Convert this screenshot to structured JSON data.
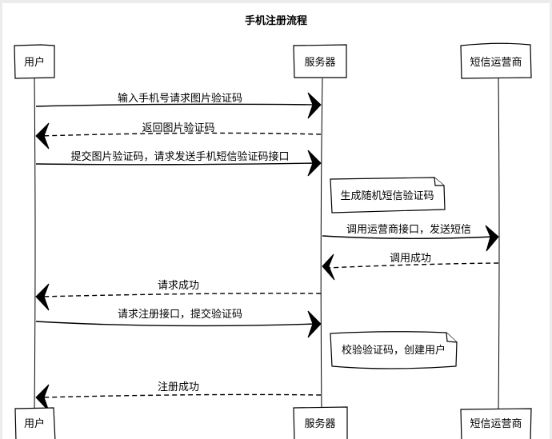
{
  "diagram": {
    "title": "手机注册流程",
    "participants": [
      {
        "id": "user",
        "label": "用户"
      },
      {
        "id": "server",
        "label": "服务器"
      },
      {
        "id": "sms",
        "label": "短信运营商"
      }
    ],
    "messages": [
      {
        "from": "user",
        "to": "server",
        "label": "输入手机号请求图片验证码",
        "style": "solid"
      },
      {
        "from": "server",
        "to": "user",
        "label": "返回图片验证码",
        "style": "dashed"
      },
      {
        "from": "user",
        "to": "server",
        "label": "提交图片验证码，请求发送手机短信验证码接口",
        "style": "solid"
      },
      {
        "note": true,
        "over": "server",
        "label": "生成随机短信验证码"
      },
      {
        "from": "server",
        "to": "sms",
        "label": "调用运营商接口，发送短信",
        "style": "solid"
      },
      {
        "from": "sms",
        "to": "server",
        "label": "调用成功",
        "style": "dashed"
      },
      {
        "from": "server",
        "to": "user",
        "label": "请求成功",
        "style": "dashed"
      },
      {
        "from": "user",
        "to": "server",
        "label": "请求注册接口，提交验证码",
        "style": "solid"
      },
      {
        "note": true,
        "over": "server",
        "label": "校验验证码，创建用户"
      },
      {
        "from": "server",
        "to": "user",
        "label": "注册成功",
        "style": "dashed"
      }
    ]
  }
}
